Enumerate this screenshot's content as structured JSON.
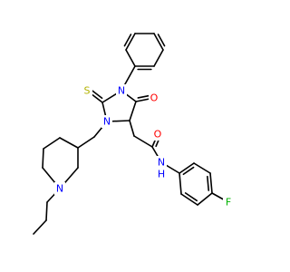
{
  "molecule": {
    "atom_labels": {
      "S": "S",
      "O_ring": "O",
      "N_ring_top": "N",
      "N_ring_left": "N",
      "O_amide": "O",
      "N_amide": "N",
      "H_amide": "H",
      "F": "F",
      "N_piperidine": "N"
    },
    "colors": {
      "bond": "#000000",
      "O": "#ff0000",
      "N": "#0000ff",
      "S": "#b2b200",
      "F": "#00b200",
      "C": "#000000"
    }
  }
}
